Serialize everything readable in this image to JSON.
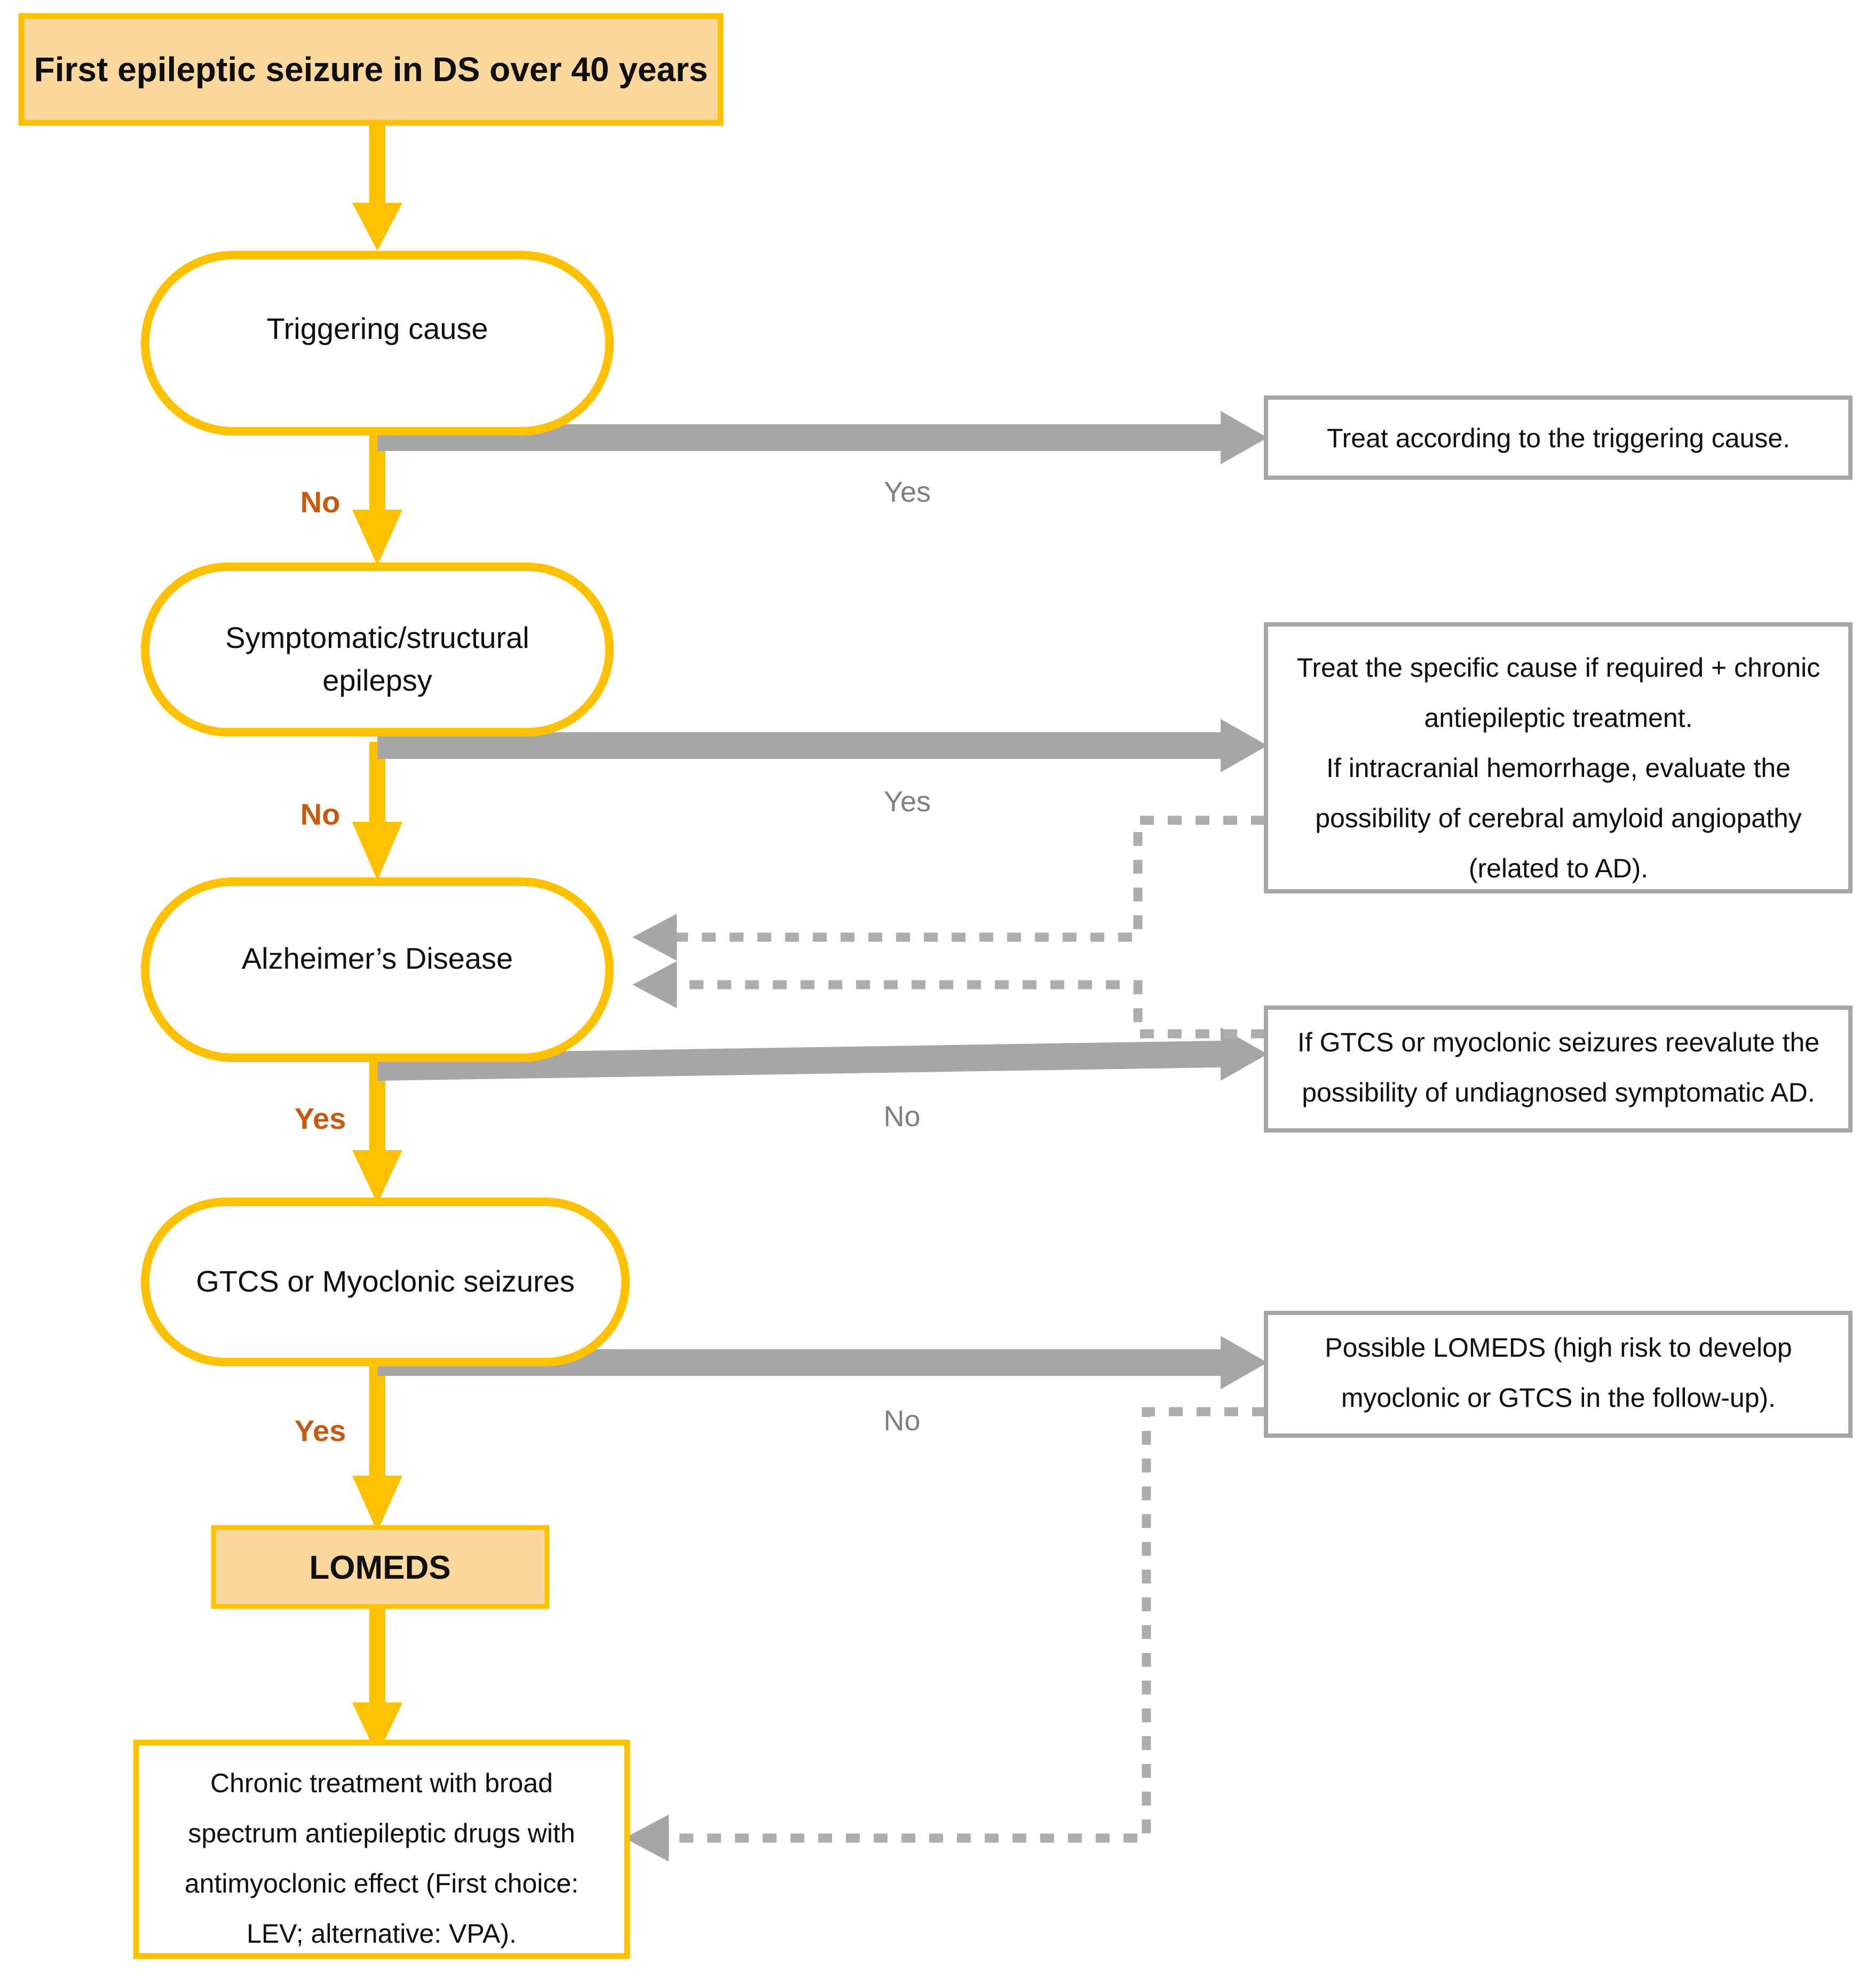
{
  "diagram": {
    "type": "flowchart",
    "title_node": {
      "id": "start",
      "label": "First epileptic seizure in DS over 40 years",
      "shape": "rectangle",
      "fill": "#FBD89D",
      "border": "#FFC000"
    },
    "decision_nodes": [
      {
        "id": "triggering-cause",
        "label": "Triggering cause",
        "shape": "stadium",
        "border": "#FFC000"
      },
      {
        "id": "symptomatic-structural-epilepsy",
        "label_line1": "Symptomatic/structural",
        "label_line2": "epilepsy",
        "shape": "stadium",
        "border": "#FFC000"
      },
      {
        "id": "alzheimers-disease",
        "label": "Alzheimer’s Disease",
        "shape": "stadium",
        "border": "#FFC000"
      },
      {
        "id": "gtcs-or-myoclonic",
        "label": "GTCS or Myoclonic seizures",
        "shape": "stadium",
        "border": "#FFC000"
      }
    ],
    "lomeds_node": {
      "id": "lomeds",
      "label": "LOMEDS",
      "shape": "rectangle",
      "fill": "#FBD89D",
      "border": "#FFC000"
    },
    "final_node": {
      "id": "chronic-treatment",
      "lines": [
        "Chronic treatment with broad",
        "spectrum antiepileptic drugs with",
        "antimyoclonic effect (First choice:",
        "LEV; alternative: VPA)."
      ],
      "shape": "rectangle",
      "fill": "#ffffff",
      "border": "#FFC000"
    },
    "outcome_boxes": [
      {
        "id": "treat-triggering-cause",
        "lines": [
          "Treat according to the triggering cause."
        ]
      },
      {
        "id": "treat-specific-cause",
        "lines": [
          "Treat the specific cause if required + chronic",
          "antiepileptic treatment.",
          "If intracranial hemorrhage, evaluate the",
          "possibility of cerebral amyloid angiopathy",
          "(related to AD)."
        ]
      },
      {
        "id": "reevaluate-ad",
        "lines": [
          "If GTCS or myoclonic seizures reevalute the",
          "possibility of undiagnosed symptomatic AD."
        ]
      },
      {
        "id": "possible-lomeds",
        "lines": [
          "Possible LOMEDS (high risk to develop",
          "myoclonic or GTCS in the follow-up)."
        ]
      }
    ],
    "branch_labels": [
      {
        "id": "branch-no-1",
        "text": "No",
        "style": "orange"
      },
      {
        "id": "branch-yes-1",
        "text": "Yes",
        "style": "gray"
      },
      {
        "id": "branch-no-2",
        "text": "No",
        "style": "orange"
      },
      {
        "id": "branch-yes-2",
        "text": "Yes",
        "style": "gray"
      },
      {
        "id": "branch-yes-3",
        "text": "Yes",
        "style": "orange"
      },
      {
        "id": "branch-no-3",
        "text": "No",
        "style": "gray"
      },
      {
        "id": "branch-yes-4",
        "text": "Yes",
        "style": "orange"
      },
      {
        "id": "branch-no-4",
        "text": "No",
        "style": "gray"
      }
    ],
    "colors": {
      "accent_yellow": "#FFC000",
      "node_fill": "#FBD89D",
      "arrow_gray": "#A6A6A6",
      "dotted_gray": "#ADADAD",
      "box_border_gray": "#A6A6A6",
      "orange_label": "#C55A11",
      "gray_label": "#808080"
    }
  }
}
